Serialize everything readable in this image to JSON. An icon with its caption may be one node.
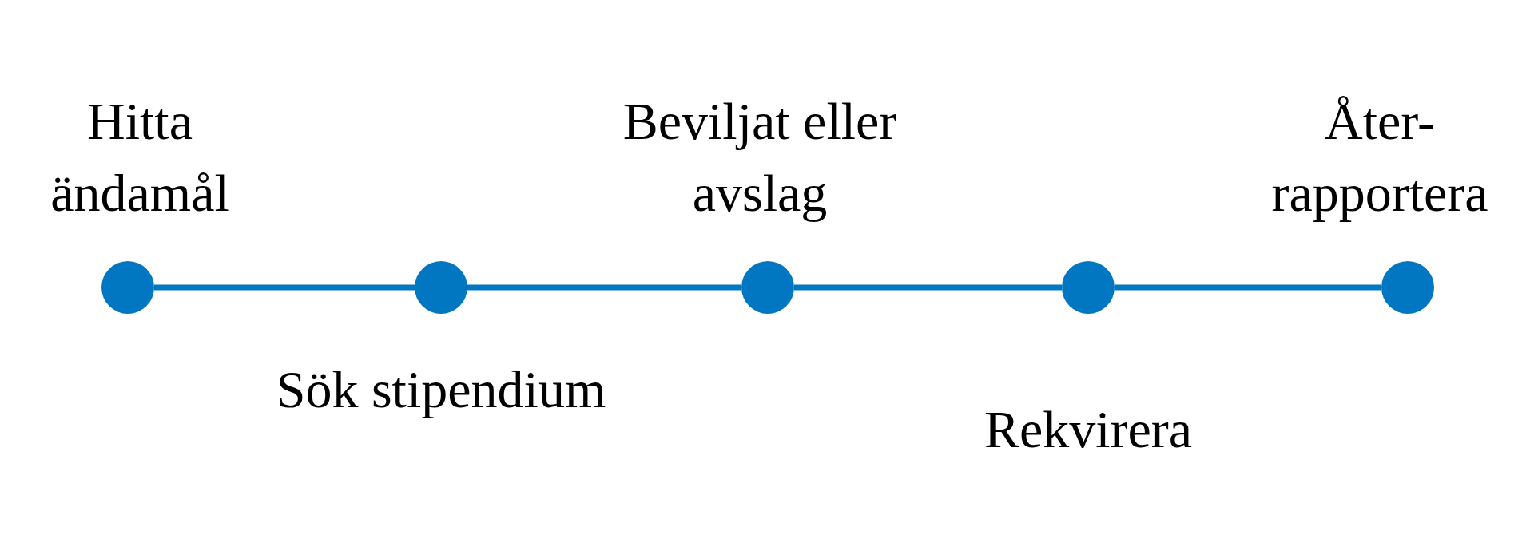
{
  "diagram": {
    "nodes": [
      {
        "text": [],
        "shape": "circle",
        "beside": [
          "Hitta ändamål"
        ]
      },
      {
        "text": [],
        "shape": "circle",
        "beside": [
          "Sök stipendium"
        ]
      },
      {
        "text": [],
        "shape": "circle",
        "beside": [
          "Beviljat eller avslag"
        ]
      },
      {
        "text": [],
        "shape": "circle",
        "beside": [
          "Rekvirera"
        ]
      },
      {
        "text": [],
        "shape": "circle",
        "beside": [
          "Åter- rapportera"
        ]
      }
    ],
    "edges": [
      {
        "from": 0,
        "to": 1,
        "arrow": "none"
      },
      {
        "from": 1,
        "to": 2,
        "arrow": "none"
      },
      {
        "from": 2,
        "to": 3,
        "arrow": "none"
      },
      {
        "from": 3,
        "to": 4,
        "arrow": "none"
      }
    ]
  }
}
